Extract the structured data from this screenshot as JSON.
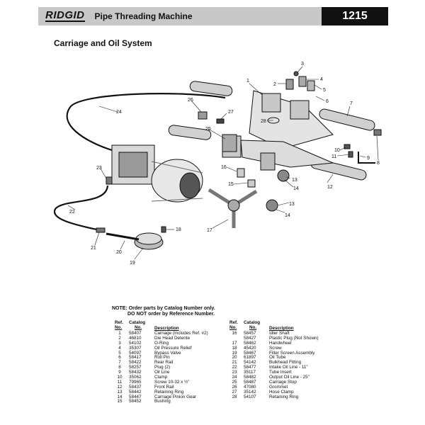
{
  "header": {
    "brand": "RIDGID",
    "title": "Pipe Threading Machine",
    "model": "1215"
  },
  "section_title": "Carriage and Oil System",
  "callouts": [
    "1",
    "2",
    "3",
    "4",
    "5",
    "6",
    "7",
    "8",
    "9",
    "10",
    "11",
    "12",
    "13",
    "14",
    "15",
    "16",
    "17",
    "18",
    "19",
    "20",
    "21",
    "22",
    "23",
    "24",
    "25",
    "26",
    "27",
    "28",
    "13",
    "14"
  ],
  "note": {
    "line1": "NOTE: Order parts by Catalog Number only.",
    "line2": "DO NOT order by Reference Number."
  },
  "table": {
    "headers": {
      "ref_line1": "Ref.",
      "ref_line2": "No.",
      "cat_line1": "Catalog",
      "cat_line2": "No.",
      "desc": "Description"
    },
    "left": [
      {
        "ref": "1",
        "cat": "58407",
        "desc": "Carriage (Includes Ref. #2)"
      },
      {
        "ref": "2",
        "cat": "46810",
        "desc": "Die Head Detente"
      },
      {
        "ref": "3",
        "cat": "54102",
        "desc": "O-Ring"
      },
      {
        "ref": "4",
        "cat": "35307",
        "desc": "Oil Pressure Relief"
      },
      {
        "ref": "5",
        "cat": "54097",
        "desc": "Bypass Valve"
      },
      {
        "ref": "6",
        "cat": "58417",
        "desc": "Roll Pin"
      },
      {
        "ref": "7",
        "cat": "58422",
        "desc": "Rear Rail"
      },
      {
        "ref": "8",
        "cat": "58257",
        "desc": "Plug (2)"
      },
      {
        "ref": "9",
        "cat": "58432",
        "desc": "Oil Line"
      },
      {
        "ref": "10",
        "cat": "35062",
        "desc": "Clamp"
      },
      {
        "ref": "11",
        "cat": "79965",
        "desc": "Screw 10-32 x ½\""
      },
      {
        "ref": "12",
        "cat": "58437",
        "desc": "Front Rail"
      },
      {
        "ref": "13",
        "cat": "58442",
        "desc": "Retaining Ring"
      },
      {
        "ref": "14",
        "cat": "58447",
        "desc": "Carriage Pinion Gear"
      },
      {
        "ref": "15",
        "cat": "58452",
        "desc": "Bushing"
      }
    ],
    "right": [
      {
        "ref": "16",
        "cat": "58457",
        "desc": "Idler Shaft"
      },
      {
        "ref": "",
        "cat": "58427",
        "desc": "Plastic Plug (Not Shown)"
      },
      {
        "ref": "17",
        "cat": "58462",
        "desc": "Handwheel"
      },
      {
        "ref": "18",
        "cat": "45420",
        "desc": "Screw"
      },
      {
        "ref": "19",
        "cat": "58467",
        "desc": "Filter Screen Assembly"
      },
      {
        "ref": "20",
        "cat": "61897",
        "desc": "Oil Tube"
      },
      {
        "ref": "21",
        "cat": "54142",
        "desc": "Bulkhead Fitting"
      },
      {
        "ref": "22",
        "cat": "58477",
        "desc": "Intake Oil Line - 11\""
      },
      {
        "ref": "23",
        "cat": "35117",
        "desc": "Tube Insert"
      },
      {
        "ref": "24",
        "cat": "58482",
        "desc": "Output Oil Line - 25\""
      },
      {
        "ref": "25",
        "cat": "58487",
        "desc": "Carriage Stop"
      },
      {
        "ref": "26",
        "cat": "47080",
        "desc": "Grommet"
      },
      {
        "ref": "27",
        "cat": "35142",
        "desc": "Hose Clamp"
      },
      {
        "ref": "28",
        "cat": "54107",
        "desc": "Retaining Ring"
      }
    ]
  }
}
